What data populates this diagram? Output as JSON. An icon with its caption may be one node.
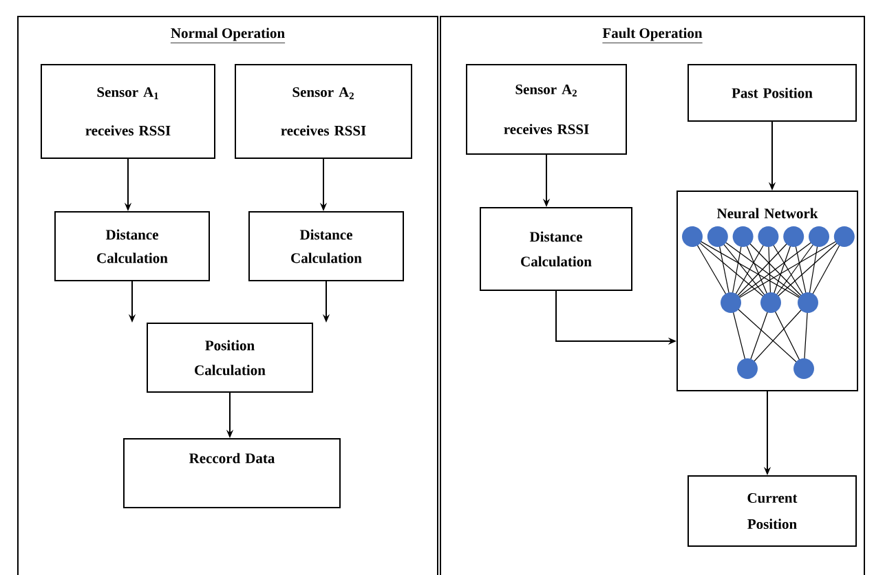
{
  "diagram": {
    "nodes": [
      {
        "text": [
          "Normal Operation"
        ]
      },
      {
        "text": [
          "Sensor A$_{1}$ receives RSSI"
        ],
        "in": 0
      },
      {
        "text": [
          "Sensor A$_{2}$ receives RSSI"
        ],
        "in": 0
      },
      {
        "text": [
          "Distance Calculation"
        ],
        "in": 0
      },
      {
        "text": [
          "Distance Calculation"
        ],
        "in": 0
      },
      {
        "text": [
          "Position Calculation"
        ],
        "in": 0
      },
      {
        "text": [
          "Reccord Data"
        ],
        "in": 0
      },
      {
        "text": [
          "Fault Operation"
        ]
      },
      {
        "text": [
          "Sensor A$_{2}$ receives RSSI"
        ],
        "in": 7
      },
      {
        "text": [
          "Past Position"
        ],
        "in": 7
      },
      {
        "text": [
          "Distance Calculation"
        ],
        "in": 7
      },
      {
        "text": [
          "Neural Network"
        ],
        "in": 7
      },
      {
        "text": [
          "Current Position"
        ],
        "in": 7
      }
    ],
    "edges": [
      {
        "from": 1,
        "to": 3,
        "arrow": "to"
      },
      {
        "from": 2,
        "to": 4,
        "arrow": "to"
      },
      {
        "from": 3,
        "to": 5,
        "arrow": "to"
      },
      {
        "from": 4,
        "to": 5,
        "arrow": "to"
      },
      {
        "from": 5,
        "to": 6,
        "arrow": "to"
      },
      {
        "from": 8,
        "to": 10,
        "arrow": "to"
      },
      {
        "from": 9,
        "to": 11,
        "arrow": "to"
      },
      {
        "from": 10,
        "to": 11,
        "arrow": "to"
      },
      {
        "from": 11,
        "to": 12,
        "arrow": "to"
      }
    ]
  }
}
